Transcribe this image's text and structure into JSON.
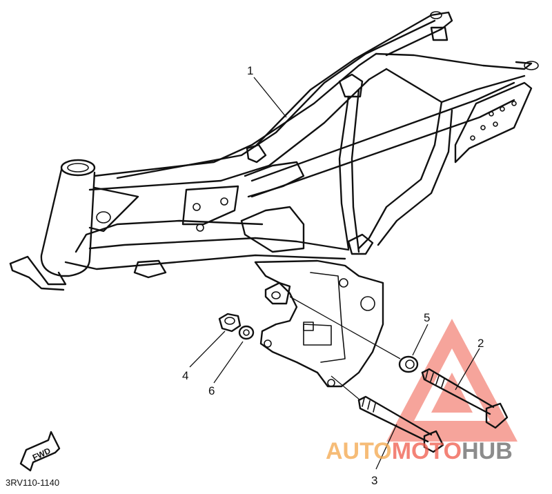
{
  "callouts": {
    "frame": "1",
    "bolt_long": "2",
    "bolt_short": "3",
    "nut": "4",
    "collar": "5",
    "washer": "6"
  },
  "diagram_code": "3RV110-1140",
  "fwd_label": "FWD",
  "watermark": {
    "part1": "AUTO",
    "part2": "MOTO",
    "part3": "HUB",
    "color_primary": "#f4a64a",
    "color_secondary": "#f05a4a",
    "color_dark": "#666666"
  }
}
